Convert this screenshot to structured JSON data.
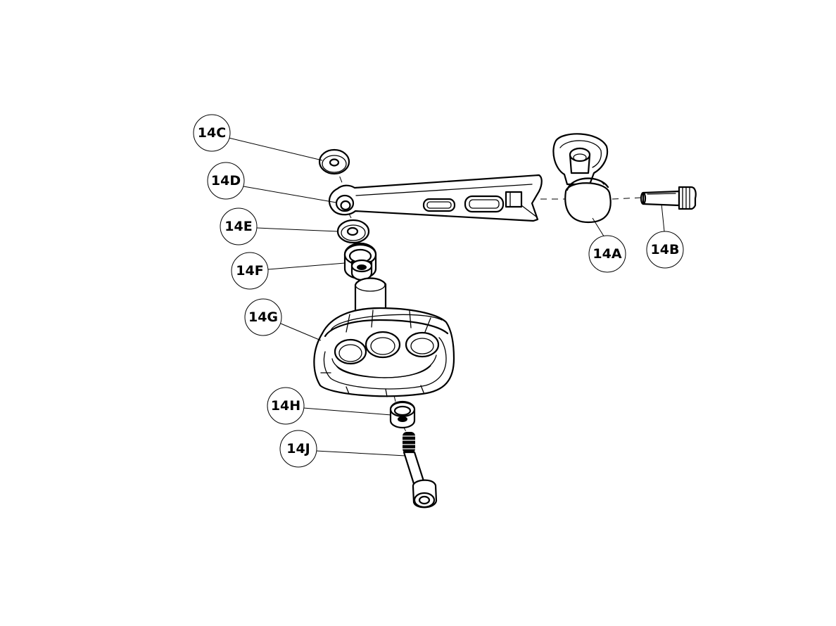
{
  "callouts": {
    "c14C": "14C",
    "c14D": "14D",
    "c14E": "14E",
    "c14F": "14F",
    "c14G": "14G",
    "c14H": "14H",
    "c14J": "14J",
    "c14A": "14A",
    "c14B": "14B"
  }
}
